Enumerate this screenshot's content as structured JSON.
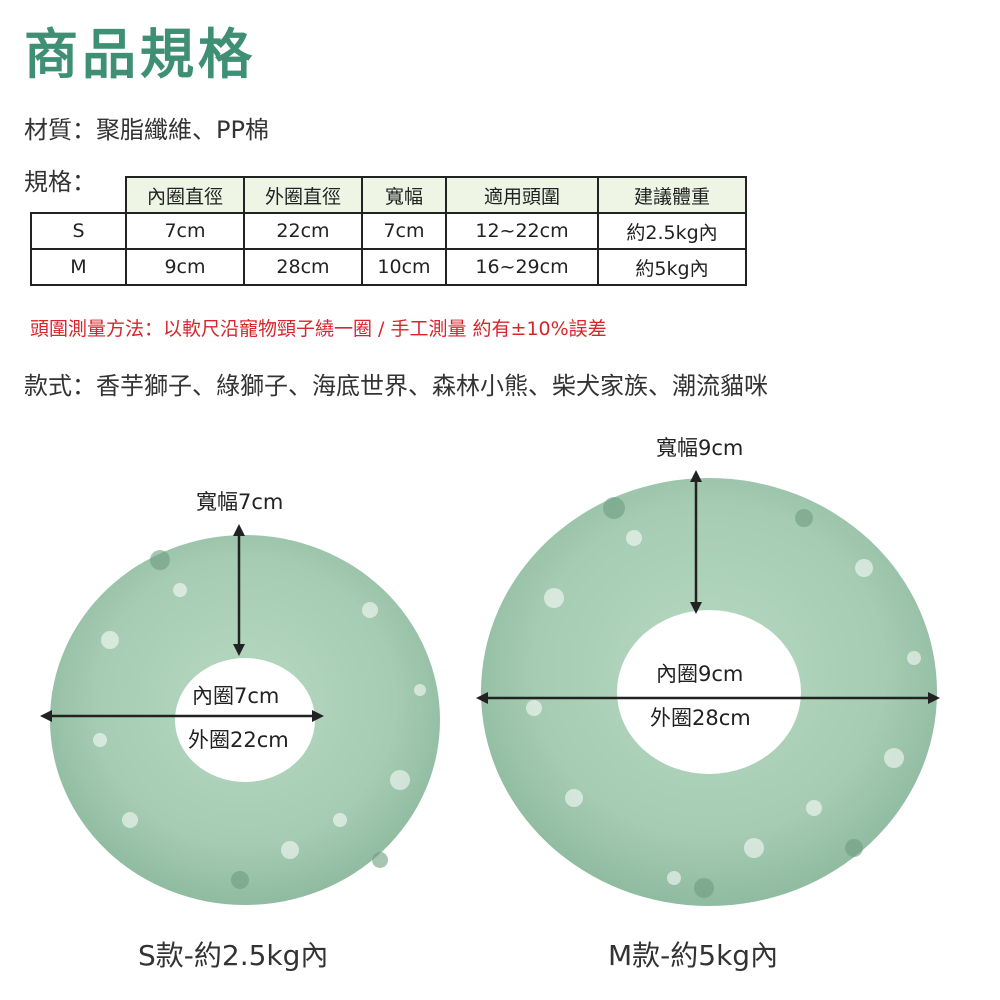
{
  "title": "商品規格",
  "material": "材質：聚脂纖維、PP棉",
  "spec_label": "規格：",
  "table": {
    "headers": [
      "內圈直徑",
      "外圈直徑",
      "寬幅",
      "適用頭圍",
      "建議體重"
    ],
    "rows": [
      {
        "size": "S",
        "cells": [
          "7cm",
          "22cm",
          "7cm",
          "12~22cm",
          "約2.5kg內"
        ]
      },
      {
        "size": "M",
        "cells": [
          "9cm",
          "28cm",
          "10cm",
          "16~29cm",
          "約5kg內"
        ]
      }
    ]
  },
  "note": "頭圍測量方法：以軟尺沿寵物頸子繞一圈 / 手工測量 約有±10%誤差",
  "styles": "款式：香芋獅子、綠獅子、海底世界、森林小熊、柴犬家族、潮流貓咪",
  "small": {
    "width_label": "寬幅7cm",
    "inner_label": "內圈7cm",
    "outer_label": "外圈22cm",
    "caption": "S款-約2.5kg內"
  },
  "large": {
    "width_label": "寬幅9cm",
    "inner_label": "內圈9cm",
    "outer_label": "外圈28cm",
    "caption": "M款-約5kg內"
  },
  "colors": {
    "title": "#3e8f73",
    "note": "#d8252c",
    "pillow": "#a6ccb3",
    "pillow_shade": "#8fbba0",
    "header_bg": "#eef5e4"
  }
}
